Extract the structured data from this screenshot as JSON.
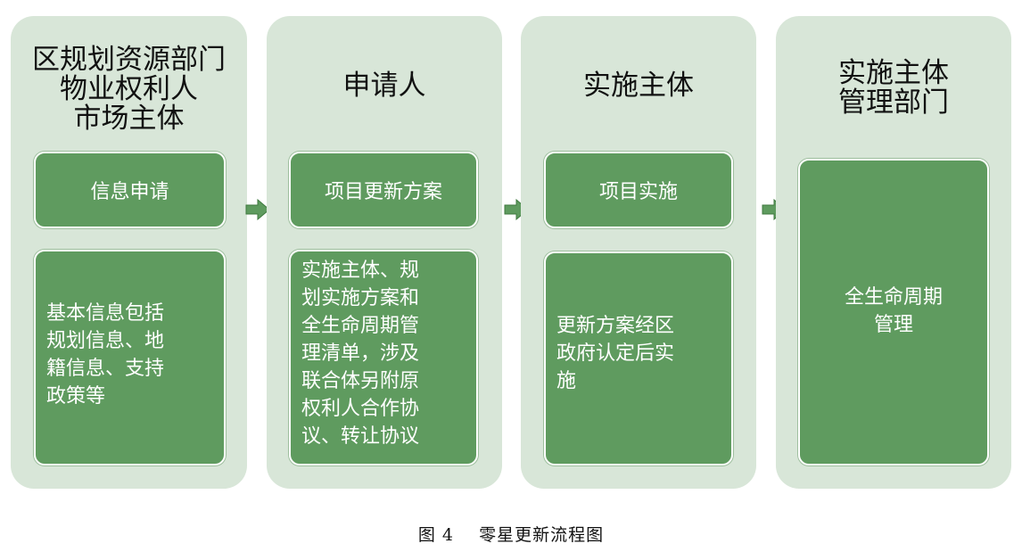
{
  "columns": [
    {
      "title": "区规划资源部门\n物业权利人\n市场主体",
      "top_box": "信息申请",
      "body": "基本信息包括\n规划信息、地\n籍信息、支持\n政策等"
    },
    {
      "title": "申请人",
      "top_box": "项目更新方案",
      "body": "实施主体、规\n划实施方案和\n全生命周期管\n理清单，涉及\n联合体另附原\n权利人合作协\n议、转让协议"
    },
    {
      "title": "实施主体",
      "top_box": "项目实施",
      "body": "更新方案经区\n政府认定后实\n施"
    },
    {
      "title": "实施主体\n管理部门",
      "body": "全生命周期\n管理"
    }
  ],
  "caption": "图 4    零星更新流程图",
  "colors": {
    "column_bg": "#d8e6d8",
    "box_fill": "#5f9b5f",
    "arrow": "#5f9b5f"
  }
}
